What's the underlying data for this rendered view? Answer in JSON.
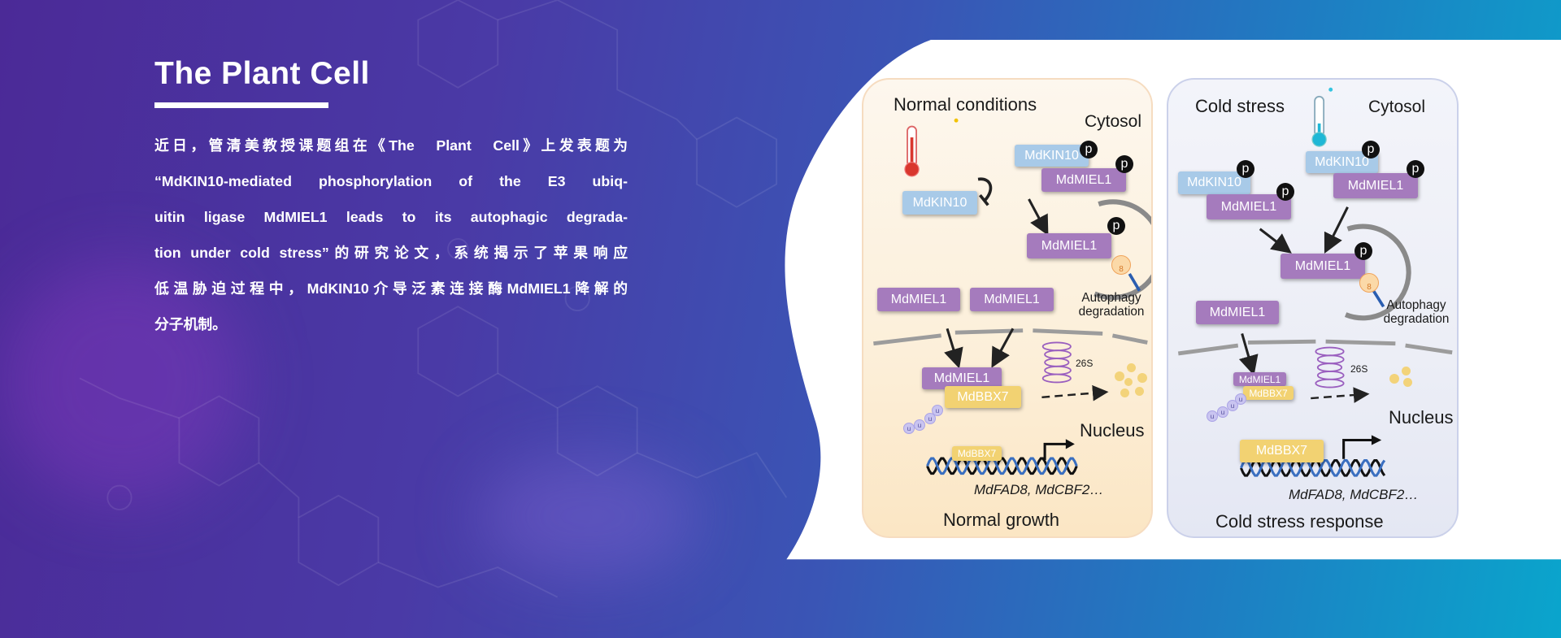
{
  "header": {
    "title": "The Plant Cell"
  },
  "article": {
    "lines": [
      "近日，管清美教授课题组在《The　Plant　Cell》上发表题为",
      "“MdKIN10-mediated phosphorylation of the E3 ubiq-",
      "uitin ligase MdMIEL1 leads to its autophagic degrada-",
      "tion under cold stress”的研究论文，系统揭示了苹果响应",
      "低温胁迫过程中，MdKIN10介导泛素连接酶MdMIEL1降解的",
      "分子机制。"
    ]
  },
  "diagram": {
    "phospho": "p",
    "atg8": "8",
    "ubiquitin": "u",
    "proteasome": "26S",
    "kin10": "MdKIN10",
    "miel1": "MdMIEL1",
    "bbx7": "MdBBX7",
    "normal": {
      "heading": "Normal conditions",
      "cytosol": "Cytosol",
      "autophagy": "Autophagy degradation",
      "nucleus": "Nucleus",
      "genes": "MdFAD8, MdCBF2…",
      "outcome": "Normal growth"
    },
    "cold": {
      "heading": "Cold stress",
      "cytosol": "Cytosol",
      "autophagy": "Autophagy degradation",
      "nucleus": "Nucleus",
      "genes": "MdFAD8, MdCBF2…",
      "outcome": "Cold stress response"
    }
  },
  "colors": {
    "kin10": "#a8cae8",
    "miel1": "#a57bbd",
    "bbx7": "#f2d272",
    "background_left": "#4b2a97",
    "background_right": "#0aa5cc"
  }
}
